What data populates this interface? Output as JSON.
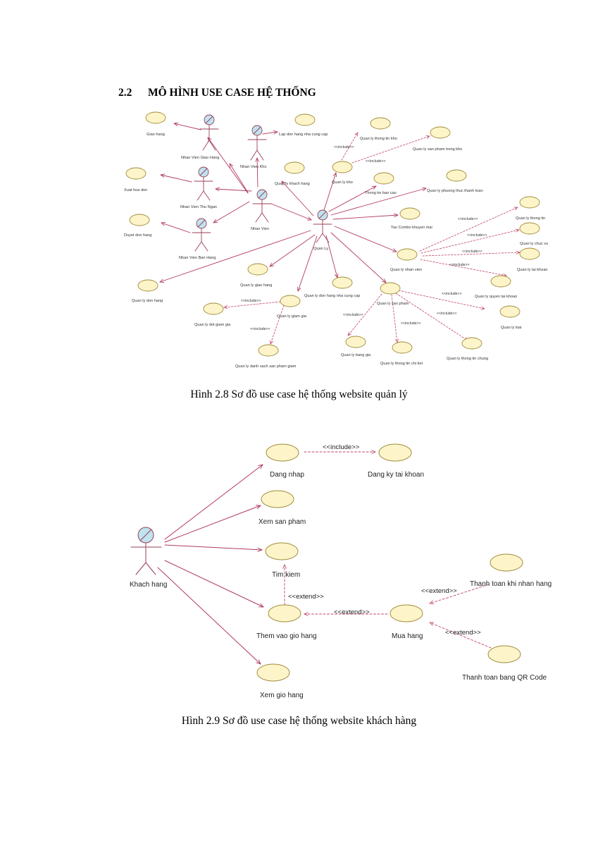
{
  "section": {
    "number": "2.2",
    "title": "MÔ HÌNH USE CASE HỆ THỐNG"
  },
  "diagram1": {
    "caption": "Hình 2.8 Sơ đồ use case hệ thống website quản lý",
    "actors": {
      "nv_giao_hang": "Nhan Vien Giao Hang",
      "nv_kho": "Nhan Vien Kho",
      "nv_thu_ngan": "Nhan Vien Thu Ngan",
      "nhan_vien": "Nhan Vien",
      "nv_ban_hang": "Nhan Vien Ban Hang",
      "quan_ly": "Quan Ly"
    },
    "usecases": {
      "giao_hang": "Giao hang",
      "lap_don_hang_ncc": "Lap don hang nha cung cap",
      "ql_thong_tin_kho": "Quan ly thong tin kho",
      "ql_sp_trong_kho": "Quan ly san pham trong kho",
      "ql_kho": "Quan ly kho",
      "ql_khach_hang": "Quan ly khach hang",
      "xuat_hoa_don": "Xuat hoa don",
      "thong_ke_bao_cao": "Thong ke bao cao",
      "ql_phuong_thuc_tt": "Quan ly phuong thuc thanh toan",
      "tao_combo": "Tao Combo khuyen mai",
      "duyet_don_hang": "Duyet don hang",
      "ql_thong_tin": "Quan ly thong tin",
      "ql_chuc_vu": "Quan ly chuc vu",
      "ql_nhan_vien": "Quan ly nhan vien",
      "ql_tai_khoan": "Quan ly tai khoan",
      "ql_giao_hang": "Quan ly giao hang",
      "ql_don_hang": "Quan ly don hang",
      "ql_don_hang_ncc": "Quan ly don hang nha cung cap",
      "ql_quyen_tk": "Quan ly quyen tai khoan",
      "ql_san_pham": "Quan ly san pham",
      "ql_dot_giam_gia": "Quan ly dot giam gia",
      "ql_giam_gia": "Quan ly giam gia",
      "ql_loai": "Quan ly loai",
      "ql_bang_gia": "Quan ly bang gia",
      "ql_thong_tin_chi_tiet": "Quan ly thong tin chi tiet",
      "ql_thong_tin_chung": "Quan ly thong tin chung",
      "ql_ds_sp_giam": "Quan ly danh sach san pham giam"
    },
    "stereotype_include": "<<include>>"
  },
  "diagram2": {
    "caption": "Hình 2.9 Sơ đồ use case hệ thống website khách hàng",
    "actor": "Khach hang",
    "usecases": {
      "dang_nhap": "Dang nhap",
      "dang_ky": "Dang ky tai khoan",
      "xem_san_pham": "Xem san pham",
      "tim_kiem": "Tim kiem",
      "them_vao_gio": "Them vao gio hang",
      "mua_hang": "Mua hang",
      "tt_khi_nhan": "Thanh toan khi nhan hang",
      "tt_qr": "Thanh toan bang QR Code",
      "xem_gio_hang": "Xem gio hang"
    },
    "stereotype_include": "<<include>>",
    "stereotype_extend": "<<extend>>"
  },
  "colors": {
    "usecase_fill": "#fdf5c9",
    "usecase_stroke": "#a08a3a",
    "line": "#b23a5e",
    "actor_head": "#bfe3ef",
    "actor_stroke": "#9a3f55",
    "dashed": "#c04464"
  }
}
